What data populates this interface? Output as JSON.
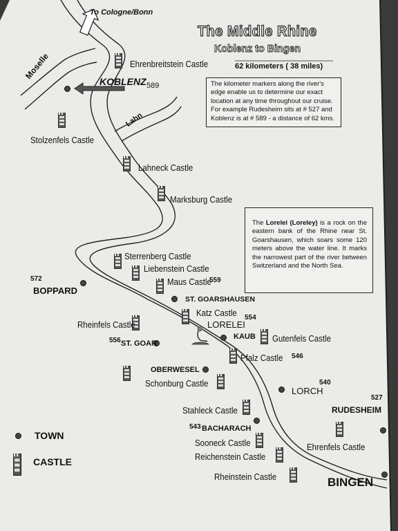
{
  "map": {
    "title": "The Middle Rhine",
    "subtitle": "Koblenz to Bingen",
    "distance": "62 kilometers ( 38 miles)",
    "note_km": "The kilometer markers along the river's edge enable us to determine our exact location at any time throughout our cruise. For example Rudesheim sits at # 527 and Koblenz is at # 589 -  a distance of 62 kms.",
    "note_lorelei_name": "Lorelei (Loreley)",
    "note_lorelei_pre": "The",
    "note_lorelei_post": "is a rock on the eastern bank of the Rhine near St. Goarshausen, which soars some 120 meters above the water line. It marks the narrowest part of the river between Switzerland and the North Sea.",
    "direction": "To Cologne/Bonn",
    "rivers": {
      "moselle": "Moselle",
      "lahn": "Lahn"
    },
    "towns": {
      "koblenz": "KOBLENZ",
      "koblenz_km": "589",
      "boppard": "BOPPARD",
      "boppard_km": "572",
      "st_goarshausen": "ST. GOARSHAUSEN",
      "lorelei": "LORELEI",
      "lorelei_km": "554",
      "kaub": "KAUB",
      "st_goar": "ST. GOAR",
      "st_goar_km": "556",
      "oberwesel": "OBERWESEL",
      "lorch": "LORCH",
      "lorch_km": "540",
      "bacharach": "BACHARACH",
      "bacharach_km": "543",
      "rudesheim": "RUDESHEIM",
      "rudesheim_km": "527",
      "bingen": "BINGEN"
    },
    "castles": {
      "ehrenbreitstein": "Ehrenbreitstein Castle",
      "stolzenfels": "Stolzenfels Castle",
      "lahneck": "Lahneck Castle",
      "marksburg": "Marksburg Castle",
      "sterrenberg": "Sterrenberg Castle",
      "liebenstein": "Liebenstein Castle",
      "maus": "Maus Castle",
      "maus_km": "559",
      "katz": "Katz Castle",
      "rheinfels": "Rheinfels Castle",
      "gutenfels": "Gutenfels Castle",
      "pfalz": "Pfalz Castle",
      "pfalz_km": "546",
      "schonburg": "Schonburg Castle",
      "stahleck": "Stahleck Castle",
      "sooneck": "Sooneck Castle",
      "reichenstein": "Reichenstein Castle",
      "rheinstein": "Rheinstein Castle",
      "ehrenfels": "Ehrenfels Castle"
    },
    "legend": {
      "town": "TOWN",
      "castle": "CASTLE"
    }
  }
}
